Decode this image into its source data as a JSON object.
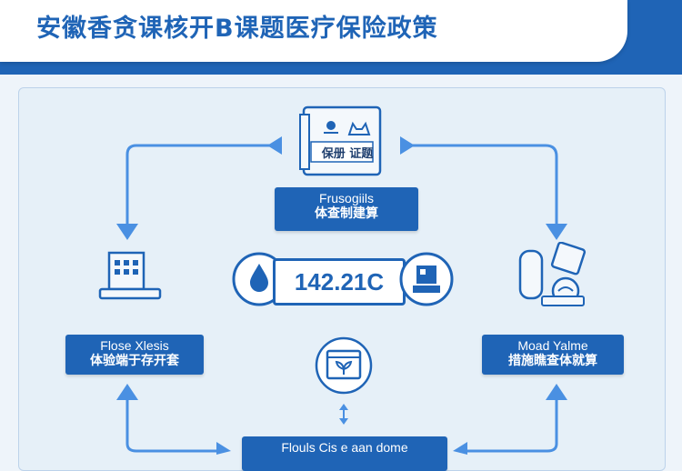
{
  "header": {
    "title": "安徽香贪课核开B课题医疗保险政策"
  },
  "top_card": {
    "label": "保册 证题"
  },
  "boxes": {
    "top": {
      "line1": "Frusogiils",
      "line2": "体查制建算"
    },
    "left": {
      "line1": "Flose Xlesis",
      "line2": "体验端于存开套"
    },
    "right": {
      "line1": "Moad Yalme",
      "line2": "措施瞧查体就算"
    },
    "bottom": {
      "line1": "Flouls Cis e aan dome"
    }
  },
  "center": {
    "value": "1‍42.21C"
  },
  "colors": {
    "primary": "#1f64b6",
    "accent": "#4a90e2",
    "background": "#eef4fa"
  }
}
